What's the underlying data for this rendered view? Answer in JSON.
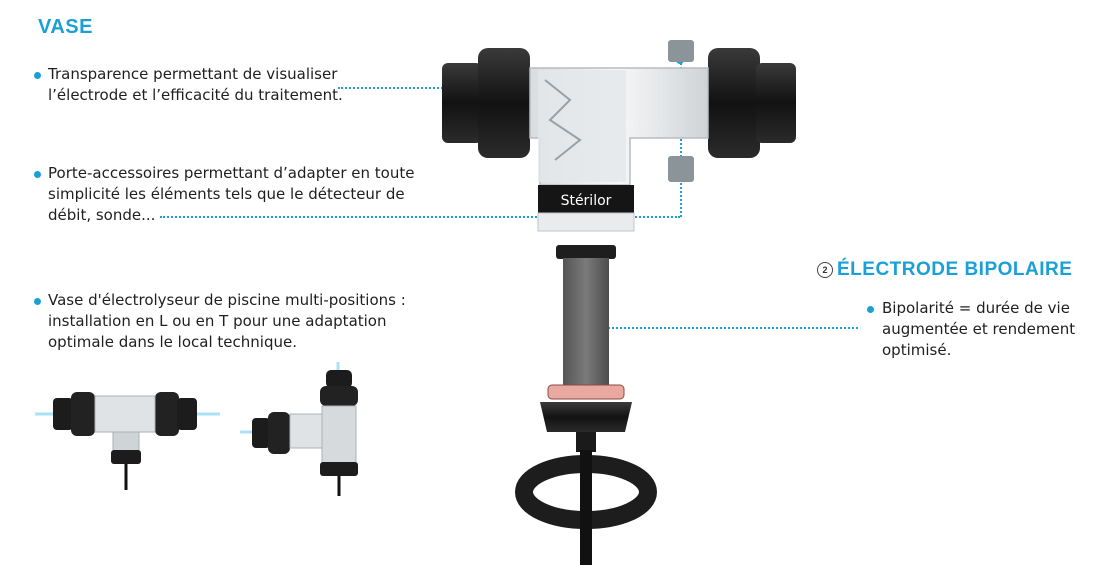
{
  "vase": {
    "heading": "VASE",
    "bullets": [
      {
        "line1": "Transparence permettant de visualiser",
        "line2": "l’électrode et l’efficacité du traitement."
      },
      {
        "line1": "Porte-accessoires permettant d’adapter en toute",
        "line2": "simplicité les éléments tels que le détecteur de",
        "line3": "débit, sonde..."
      },
      {
        "line1": "Vase d'électrolyseur de piscine multi-positions :",
        "line2": "installation en L ou en T pour une adaptation",
        "line3": "optimale dans le local technique."
      }
    ]
  },
  "electrode": {
    "number": "2",
    "heading": "ÉLECTRODE BIPOLAIRE",
    "bullet": {
      "line1": "Bipolarité = durée de vie",
      "line2": "augmentée et rendement",
      "line3": "optimisé."
    }
  },
  "product": {
    "brand": "Stérilor"
  },
  "colors": {
    "accent": "#1aa0d6",
    "dark_part": "#1c1c1c",
    "electrode_gray": "#6b6b6b",
    "seal": "#e9a8a0"
  }
}
